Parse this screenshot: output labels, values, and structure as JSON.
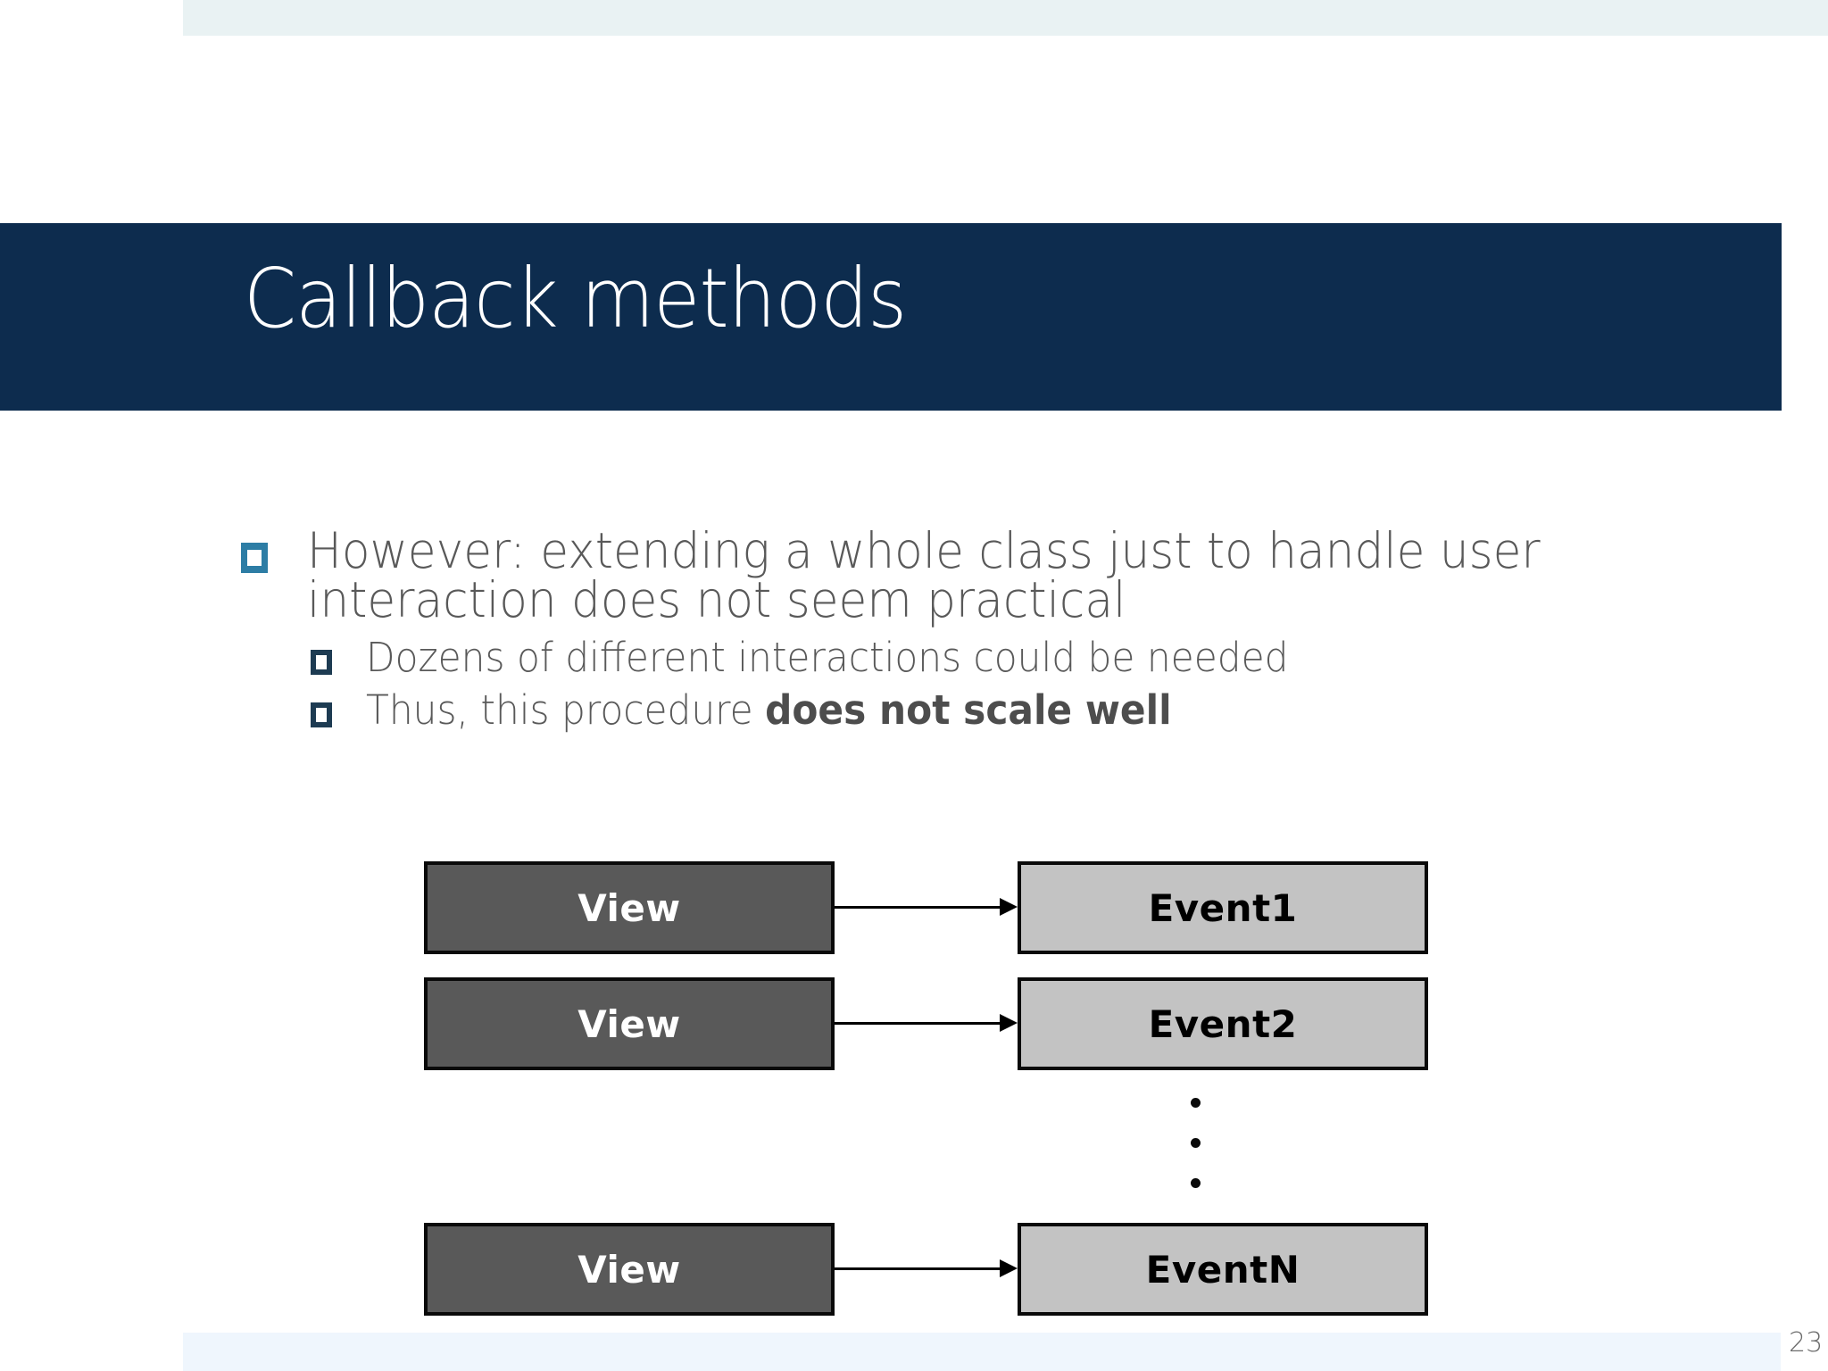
{
  "slide": {
    "title": "Callback methods",
    "page_number": "23",
    "accent_colors": {
      "title_band": "#0d2c4e",
      "level1_bullet": "#2d7da5",
      "level2_bullet": "#1d3b52",
      "top_strip": "#e9f2f3",
      "bottom_strip": "#eff6fd",
      "body_text": "#595959",
      "view_box_fill": "#595959",
      "event_box_fill": "#c3c3c3",
      "box_border": "#0a0a0a"
    }
  },
  "bullets": {
    "level1": [
      {
        "text": "However: extending a whole class just to handle user interaction does not seem practical",
        "marker": "square-bullet-icon"
      }
    ],
    "level2": [
      {
        "text_plain": "Dozens of different interactions could be needed",
        "text_normal": "Dozens of different interactions could be needed",
        "text_bold": "",
        "marker": "square-bullet-icon"
      },
      {
        "text_plain": "Thus, this procedure does not scale well",
        "text_normal": "Thus, this procedure ",
        "text_bold": "does not scale well",
        "marker": "square-bullet-icon"
      }
    ]
  },
  "diagram": {
    "rows": [
      {
        "source": "View",
        "target": "Event1",
        "connector": "arrow-right-icon"
      },
      {
        "source": "View",
        "target": "Event2",
        "connector": "arrow-right-icon"
      },
      {
        "source": "View",
        "target": "EventN",
        "connector": "arrow-right-icon"
      }
    ],
    "ellipsis": "vertical-ellipsis-icon"
  }
}
